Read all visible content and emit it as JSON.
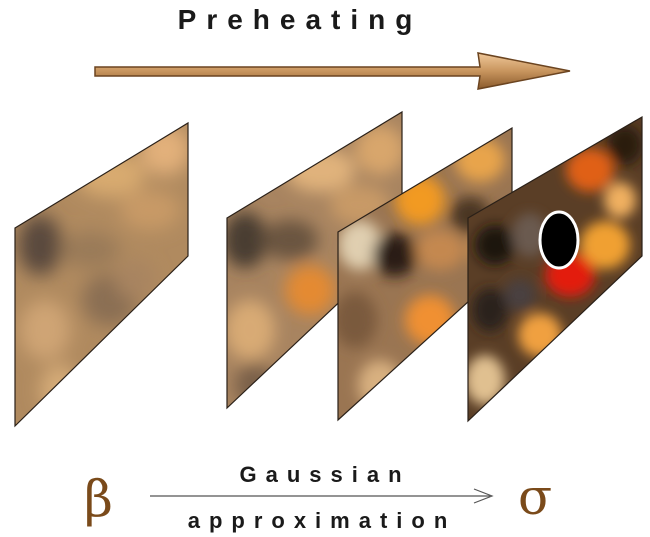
{
  "diagram": {
    "title": "Preheating",
    "start_symbol": "β",
    "end_symbol": "σ",
    "transform_label_top": "Gaussian",
    "transform_label_bottom": "approximation"
  },
  "colors": {
    "arrow_fill": "#c8955e",
    "arrow_stroke": "#6b4420",
    "panel_base": "#b28a5c",
    "hot_red": "#e31a08",
    "hole_black": "#000000",
    "hole_ring": "#ffffff"
  }
}
